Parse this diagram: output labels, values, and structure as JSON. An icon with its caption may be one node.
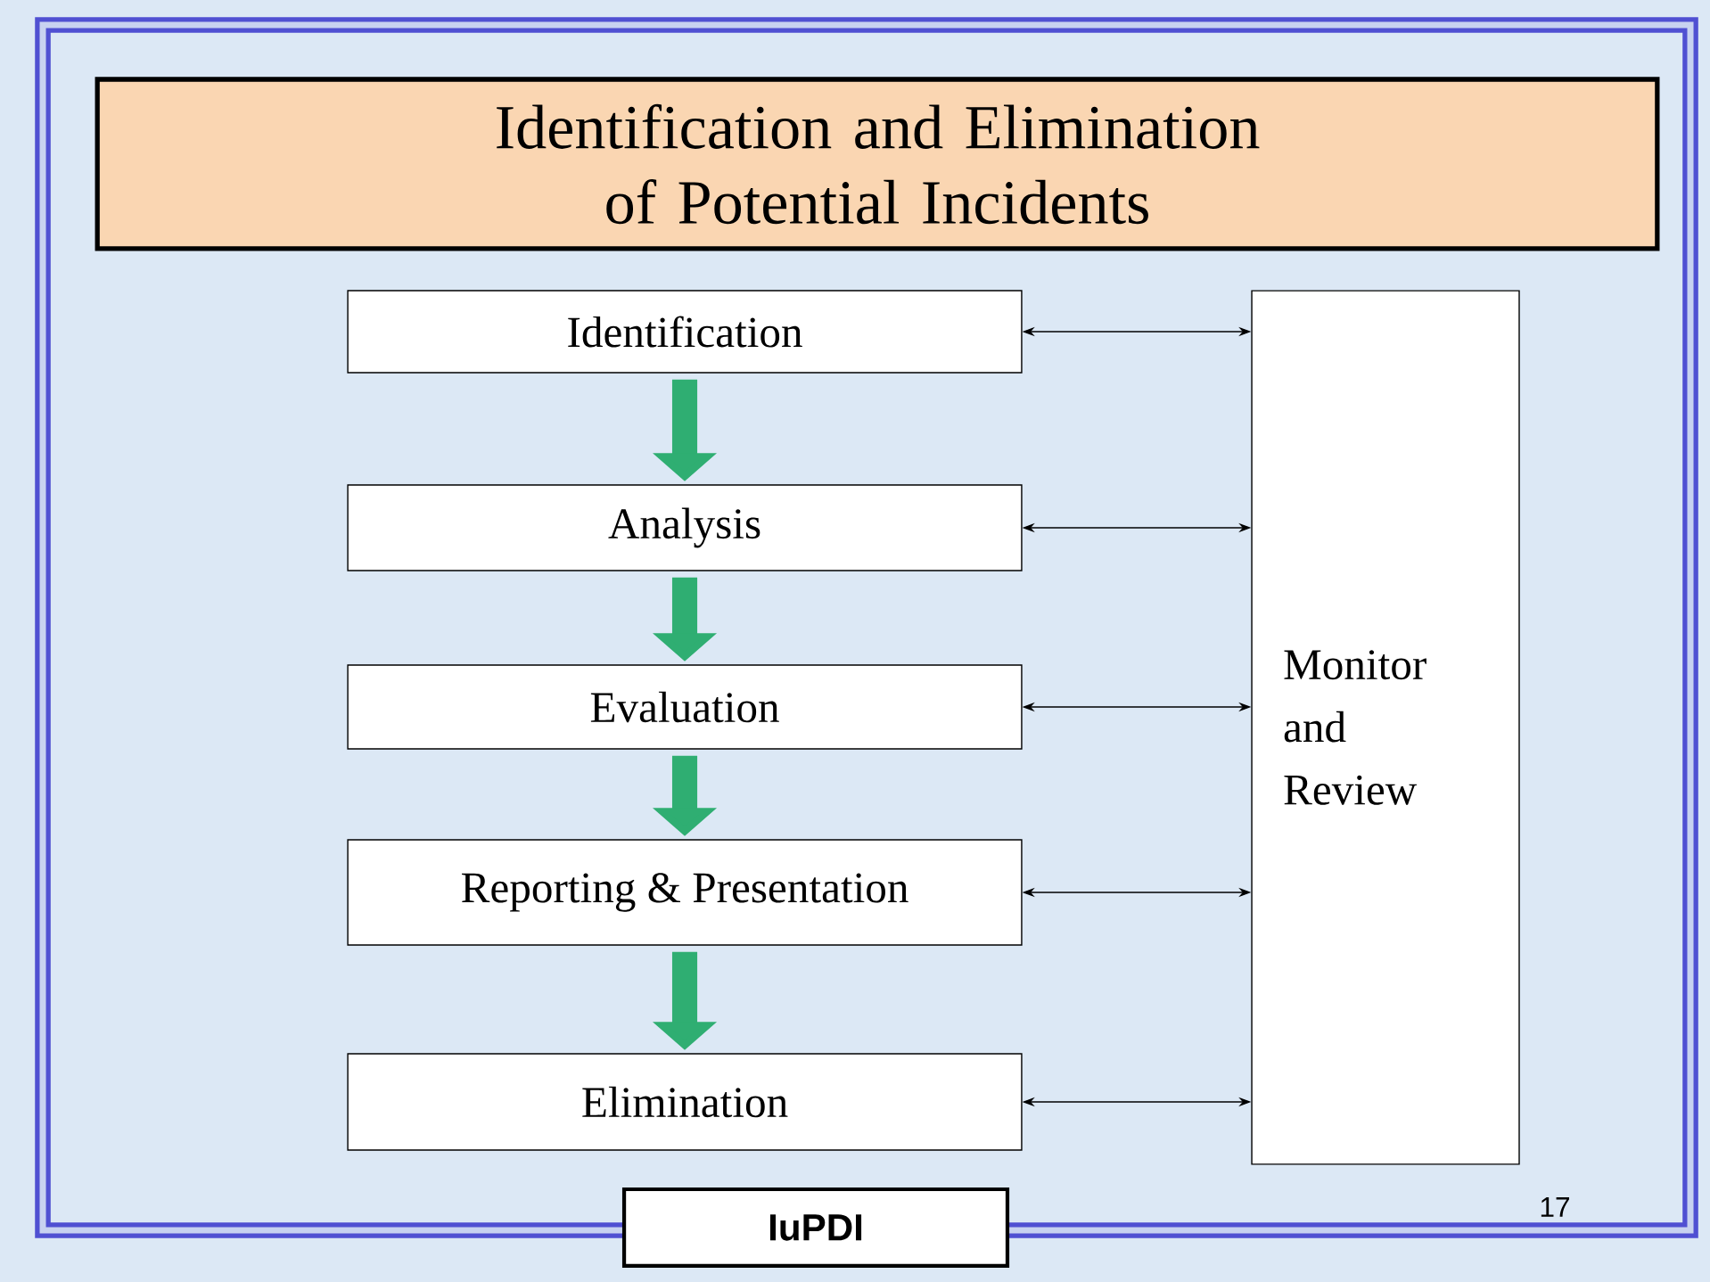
{
  "diagram": {
    "title": "Identification and Elimination of Potential Incidents",
    "nodes": [
      {
        "text": [
          "Identification"
        ]
      },
      {
        "text": [
          "Analysis"
        ]
      },
      {
        "text": [
          "Evaluation"
        ]
      },
      {
        "text": [
          "Reporting & Presentation"
        ]
      },
      {
        "text": [
          "Elimination"
        ]
      },
      {
        "text": [
          "Monitor and Review"
        ]
      },
      {
        "text": [
          "IuPDI"
        ]
      }
    ],
    "edges": [
      {
        "from": 0,
        "to": 1,
        "arrow": "to",
        "style": "thick",
        "color": "#2fae72"
      },
      {
        "from": 1,
        "to": 2,
        "arrow": "to",
        "style": "thick",
        "color": "#2fae72"
      },
      {
        "from": 2,
        "to": 3,
        "arrow": "to",
        "style": "thick",
        "color": "#2fae72"
      },
      {
        "from": 3,
        "to": 4,
        "arrow": "to",
        "style": "thick",
        "color": "#2fae72"
      },
      {
        "from": 0,
        "to": 5,
        "arrow": "both"
      },
      {
        "from": 1,
        "to": 5,
        "arrow": "both"
      },
      {
        "from": 2,
        "to": 5,
        "arrow": "both"
      },
      {
        "from": 3,
        "to": 5,
        "arrow": "both"
      },
      {
        "from": 4,
        "to": 5,
        "arrow": "both"
      }
    ],
    "labels": [
      "17"
    ]
  }
}
